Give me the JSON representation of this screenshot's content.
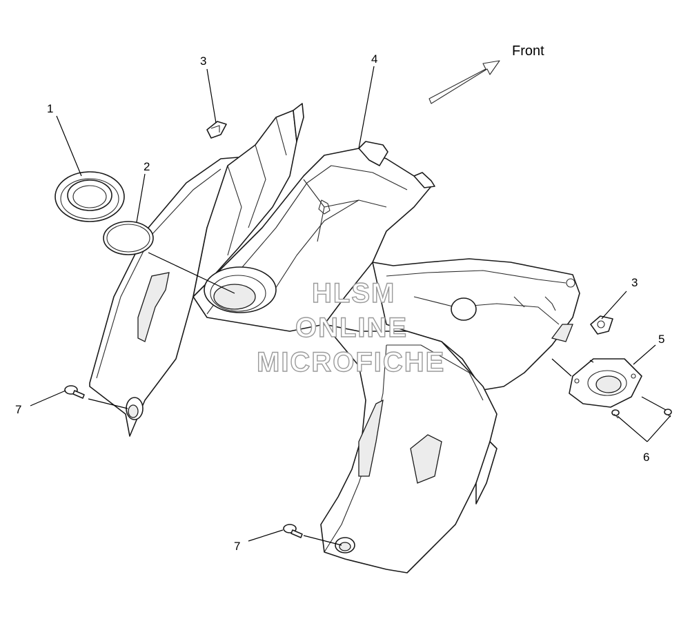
{
  "front_label": "Front",
  "callouts": [
    {
      "id": "c1",
      "label": "1"
    },
    {
      "id": "c2",
      "label": "2"
    },
    {
      "id": "c3a",
      "label": "3"
    },
    {
      "id": "c4",
      "label": "4"
    },
    {
      "id": "c3b",
      "label": "3"
    },
    {
      "id": "c5",
      "label": "5"
    },
    {
      "id": "c6",
      "label": "6"
    },
    {
      "id": "c7a",
      "label": "7"
    },
    {
      "id": "c7b",
      "label": "7"
    }
  ],
  "watermark": {
    "line1": "HLSM",
    "line2": "ONLINE",
    "line3": "MICROFICHE"
  }
}
